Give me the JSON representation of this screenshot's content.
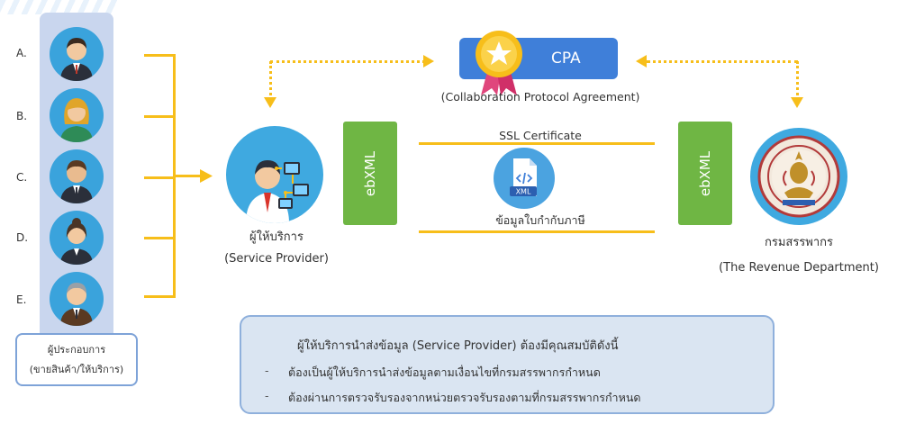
{
  "entities": {
    "labels": [
      "A.",
      "B.",
      "C.",
      "D.",
      "E."
    ],
    "caption_line1": "ผู้ประกอบการ",
    "caption_line2": "(ขายสินค้า/ให้บริการ)"
  },
  "service_provider": {
    "label_th": "ผู้ให้บริการ",
    "label_en": "(Service Provider)"
  },
  "ebxml_label": "ebXML",
  "cpa": {
    "label": "CPA",
    "caption": "(Collaboration Protocol Agreement)"
  },
  "channel": {
    "ssl": "SSL Certificate",
    "xml_badge": "XML",
    "invoice": "ข้อมูลใบกำกับภาษี"
  },
  "revenue_department": {
    "label_th": "กรมสรรพากร",
    "label_en": "(The Revenue Department)"
  },
  "info": {
    "title": "ผู้ให้บริการนำส่งข้อมูล (Service Provider) ต้องมีคุณสมบัติดังนี้",
    "bullet_char": "-",
    "items": [
      "ต้องเป็นผู้ให้บริการนำส่งข้อมูลตามเงื่อนไขที่กรมสรรพากรกำหนด",
      "ต้องผ่านการตรวจรับรองจากหน่วยตรวจรับรองตามที่กรมสรรพากรกำหนด"
    ]
  },
  "colors": {
    "connector": "#f7be1a",
    "ebxml": "#6fb644",
    "cpa": "#3f7fd9",
    "circle": "#3fa9e0",
    "panel": "#c9d6ee"
  }
}
